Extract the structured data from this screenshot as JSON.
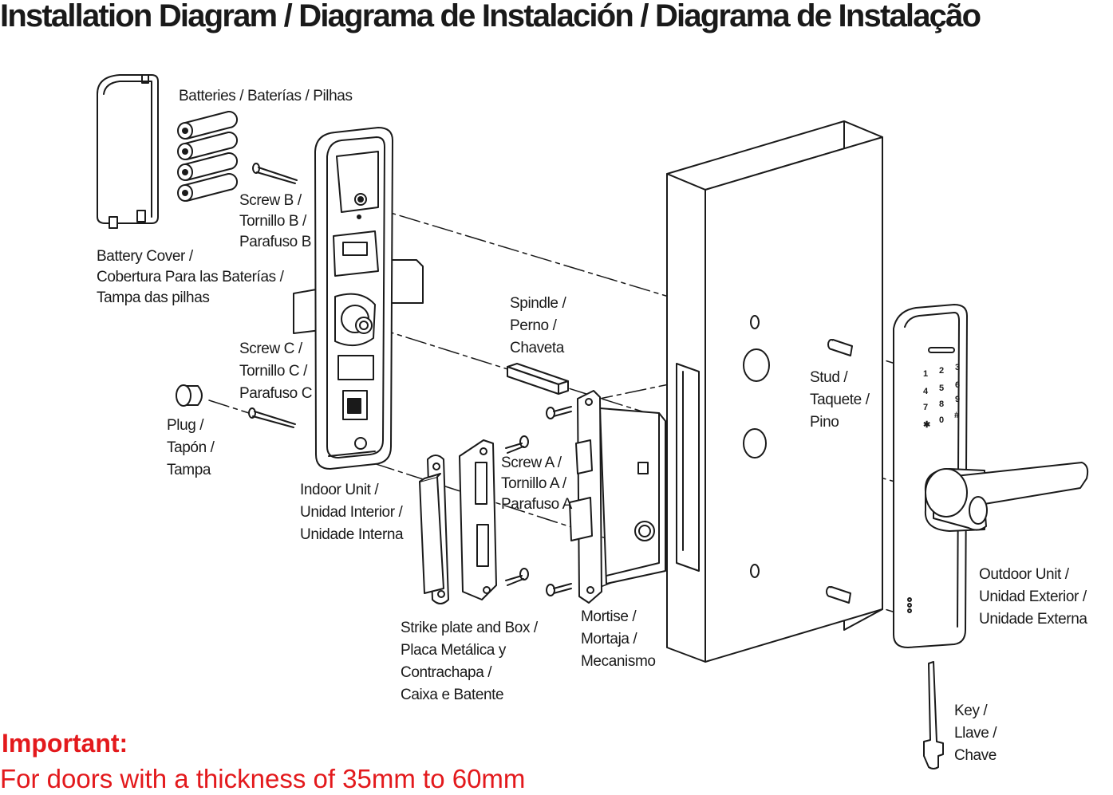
{
  "title": "Installation Diagram / Diagrama de Instalación / Diagrama de Instalação",
  "labels": {
    "batteries": [
      "Batteries / Baterías / Pilhas"
    ],
    "screw_b": [
      "Screw B /",
      "Tornillo B /",
      "Parafuso B"
    ],
    "battery_cover": [
      "Battery Cover /",
      "Cobertura Para las Baterías /",
      "Tampa das pilhas"
    ],
    "spindle": [
      "Spindle /",
      "Perno /",
      "Chaveta"
    ],
    "screw_c": [
      "Screw C /",
      "Tornillo C /",
      "Parafuso C"
    ],
    "plug": [
      "Plug /",
      "Tapón /",
      "Tampa"
    ],
    "stud": [
      "Stud /",
      "Taquete /",
      "Pino"
    ],
    "screw_a": [
      "Screw A /",
      "Tornillo A /",
      "Parafuso A"
    ],
    "indoor_unit": [
      "Indoor Unit /",
      "Unidad Interior /",
      "Unidade Interna"
    ],
    "outdoor_unit": [
      "Outdoor Unit /",
      "Unidad Exterior /",
      "Unidade Externa"
    ],
    "mortise": [
      "Mortise /",
      "Mortaja /",
      "Mecanismo"
    ],
    "strike_plate": [
      "Strike plate and Box /",
      "Placa Metálica y",
      "Contrachapa /",
      "Caixa e Batente"
    ],
    "key": [
      "Key /",
      "Llave /",
      "Chave"
    ]
  },
  "keypad": [
    "1",
    "2",
    "3",
    "4",
    "5",
    "6",
    "7",
    "8",
    "9",
    "✱",
    "0",
    "#"
  ],
  "important": {
    "heading": "Important:",
    "text": "For doors with a thickness of 35mm to 60mm"
  },
  "colors": {
    "line": "#1a1a1a",
    "important": "#e3191c"
  }
}
